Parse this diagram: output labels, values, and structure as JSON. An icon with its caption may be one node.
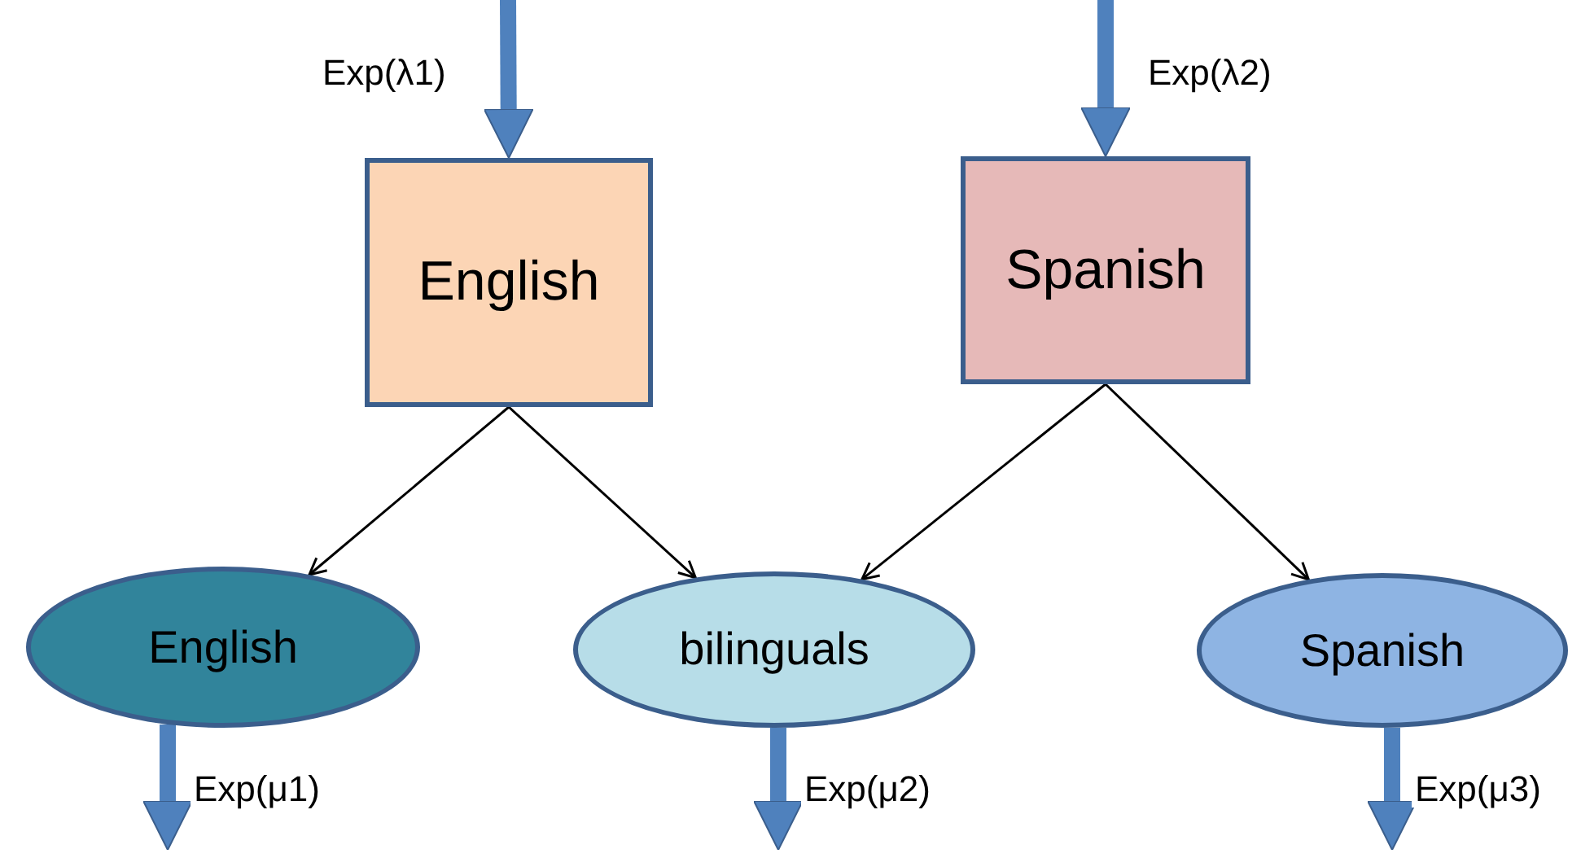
{
  "diagram": {
    "nodes": [
      {
        "text": [
          "English"
        ]
      },
      {
        "text": [
          "Spanish"
        ]
      },
      {
        "text": [
          "English"
        ]
      },
      {
        "text": [
          "bilinguals"
        ]
      },
      {
        "text": [
          "Spanish"
        ]
      }
    ],
    "edges": [
      {
        "from": null,
        "to": 0,
        "arrow": "to",
        "label": "Exp(λ1)"
      },
      {
        "from": null,
        "to": 1,
        "arrow": "to",
        "label": "Exp(λ2)"
      },
      {
        "from": 0,
        "to": 2,
        "arrow": "to",
        "color": "#000000"
      },
      {
        "from": 0,
        "to": 3,
        "arrow": "to",
        "color": "#000000"
      },
      {
        "from": 1,
        "to": 3,
        "arrow": "to",
        "color": "#000000"
      },
      {
        "from": 1,
        "to": 4,
        "arrow": "to",
        "color": "#000000"
      },
      {
        "from": 2,
        "to": null,
        "arrow": "to",
        "label": "Exp(μ1)"
      },
      {
        "from": 3,
        "to": null,
        "arrow": "to",
        "label": "Exp(μ2)"
      },
      {
        "from": 4,
        "to": null,
        "arrow": "to",
        "label": "Exp(μ3)"
      }
    ]
  }
}
